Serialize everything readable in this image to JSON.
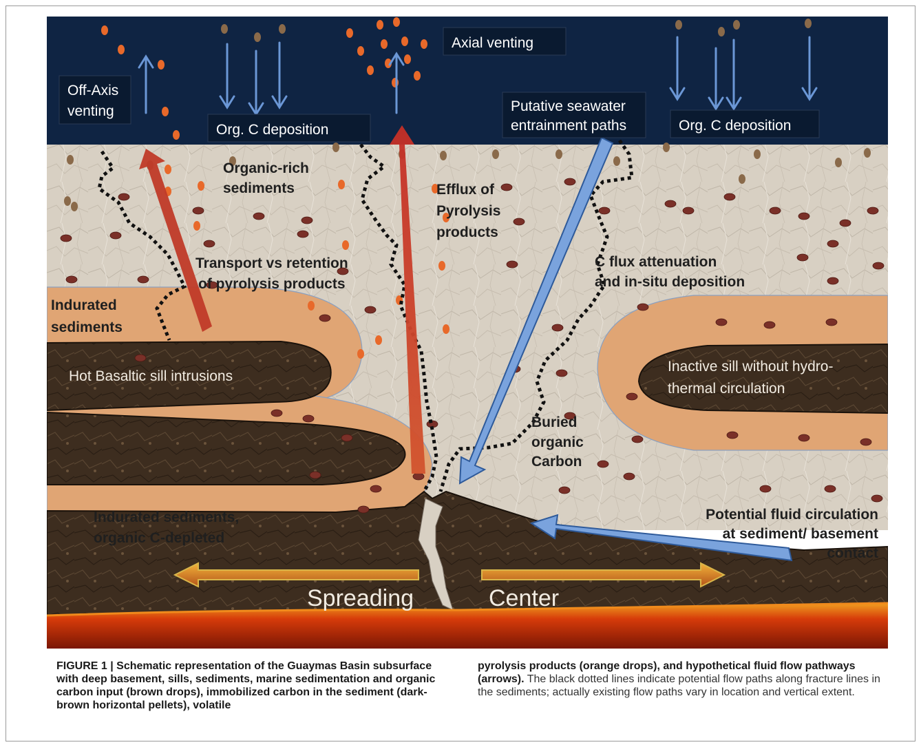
{
  "labels": {
    "off_axis_venting_l1": "Off-Axis",
    "off_axis_venting_l2": "venting",
    "org_c_deposition_left": "Org. C deposition",
    "axial_venting": "Axial venting",
    "putative_l1": "Putative seawater",
    "putative_l2": "entrainment paths",
    "org_c_deposition_right": "Org. C deposition",
    "organic_rich_l1": "Organic-rich",
    "organic_rich_l2": "sediments",
    "efflux_l1": "Efflux of",
    "efflux_l2": "Pyrolysis",
    "efflux_l3": "products",
    "transport_l1": "Transport vs retention",
    "transport_l2": "of pyrolysis products",
    "c_flux_l1": "C flux attenuation",
    "c_flux_l2": "and in-situ deposition",
    "indurated_l1": "Indurated",
    "indurated_l2": "sediments",
    "hot_sill": "Hot Basaltic sill intrusions",
    "inactive_l1": "Inactive sill without hydro-",
    "inactive_l2": "thermal circulation",
    "buried_l1": "Buried",
    "buried_l2": "organic",
    "buried_l3": "Carbon",
    "indurated_depleted_l1": "Indurated sediments,",
    "indurated_depleted_l2": "organic C-depleted",
    "potential_l1": "Potential fluid circulation",
    "potential_l2": "at sediment/ basement",
    "potential_l3": "contact",
    "spreading": "Spreading",
    "center": "Center"
  },
  "caption": {
    "left_bold": "FIGURE 1 | Schematic representation of the Guaymas Basin subsurface with deep basement, sills, sediments, marine sedimentation and organic carbon input (brown drops), immobilized carbon in the sediment (dark-brown horizontal pellets), volatile",
    "right_bold": "pyrolysis products (orange drops), and hypothetical fluid flow pathways (arrows).",
    "right_plain": " The black dotted lines indicate potential flow paths along fracture lines in the sediments; actually existing flow paths vary in location and vertical extent."
  },
  "colors": {
    "water": "#0f2443",
    "sediment": "#d8d0c3",
    "indurated": "#e0a574",
    "basement": "#3d2d1f",
    "magma": "#d63b0a",
    "red_arrow": "#b8322a",
    "blue_arrow": "#7aa3dd",
    "orange_drop": "#e8692a",
    "brown_drop": "#8a6a4a",
    "pellet": "#7a3028"
  }
}
